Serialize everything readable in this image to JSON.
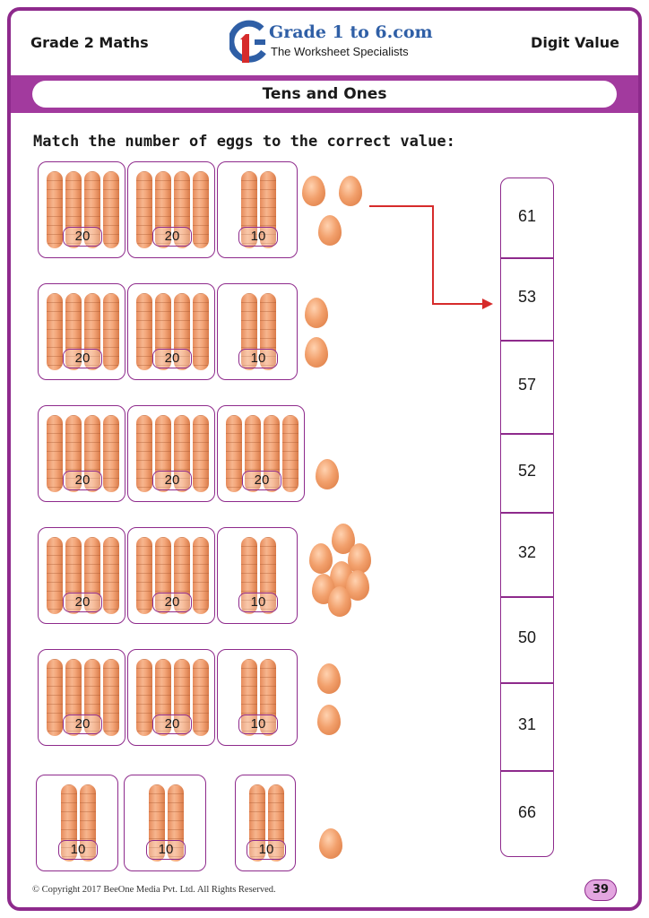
{
  "header": {
    "left": "Grade 2 Maths",
    "right": "Digit Value",
    "logo_brand": "Grade 1 to 6.com",
    "logo_tagline": "The Worksheet Specialists",
    "logo_mark": "G1"
  },
  "title": "Tens and Ones",
  "instruction": "Match the number of eggs to the correct value:",
  "rows": [
    {
      "groups": [
        "20",
        "20",
        "10"
      ],
      "loose_eggs": 3
    },
    {
      "groups": [
        "20",
        "20",
        "10"
      ],
      "loose_eggs": 2
    },
    {
      "groups": [
        "20",
        "20",
        "20"
      ],
      "loose_eggs": 1
    },
    {
      "groups": [
        "20",
        "20",
        "10"
      ],
      "loose_eggs": 7
    },
    {
      "groups": [
        "20",
        "20",
        "10"
      ],
      "loose_eggs": 2
    },
    {
      "groups": [
        "10",
        "10",
        "10"
      ],
      "loose_eggs": 1
    }
  ],
  "answers": [
    "61",
    "53",
    "57",
    "52",
    "32",
    "50",
    "31",
    "66"
  ],
  "example_match": {
    "row": 1,
    "answer": "53"
  },
  "footer": {
    "copyright": "© Copyright 2017 BeeOne Media Pvt. Ltd. All Rights Reserved.",
    "page": "39"
  },
  "colors": {
    "accent": "#8e2a8c",
    "band": "#a23a9e",
    "arrow": "#d62b2b",
    "egg": "#f2a06c",
    "brand": "#2f5fa6"
  }
}
